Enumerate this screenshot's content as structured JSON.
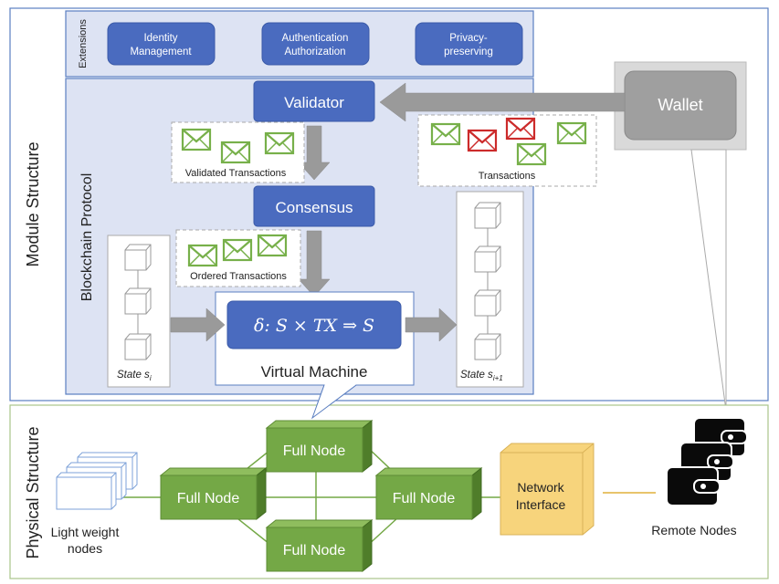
{
  "module_structure": {
    "title": "Module Structure",
    "extensions": {
      "label": "Extensions",
      "items": [
        "Identity",
        "Management",
        "Authentication",
        "Authorization",
        "Privacy-",
        "preserving"
      ]
    },
    "blockchain_protocol": {
      "label": "Blockchain Protocol",
      "validator": "Validator",
      "consensus": "Consensus",
      "validated_transactions": "Validated Transactions",
      "ordered_transactions": "Ordered Transactions",
      "transactions": "Transactions",
      "vm_formula": "δ: S × TX ⇒ S",
      "virtual_machine": "Virtual Machine",
      "state_i": "State s",
      "state_i_sub": "i",
      "state_next": "State s",
      "state_next_sub": "i+1"
    },
    "wallet": "Wallet"
  },
  "physical_structure": {
    "title": "Physical Structure",
    "full_node": "Full Node",
    "light_nodes": [
      "Light weight",
      "nodes"
    ],
    "network_interface": [
      "Network",
      "Interface"
    ],
    "remote_nodes": "Remote Nodes"
  },
  "colors": {
    "frame_blue": "#5b7fc1",
    "region_fill": "#dde3f3",
    "module_blue": "#4a6bbf",
    "arrow_gray": "#9a9a9a",
    "node_green": "#74a846",
    "frame_green": "#a9c58a",
    "interface_yellow": "#f7d47c",
    "envelope_green": "#77b04a",
    "envelope_red": "#cc2b2b",
    "wallet_gray": "#9f9f9f"
  }
}
